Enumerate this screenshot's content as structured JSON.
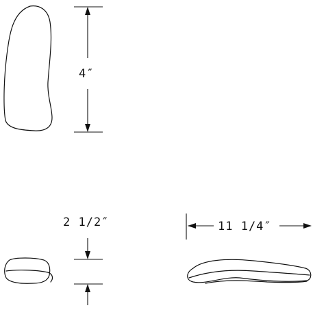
{
  "drawing": {
    "height_label": "4″",
    "depth_label": "2 1/2″",
    "length_label": "11 1/4″",
    "line_color": "#111111",
    "background": "#ffffff"
  }
}
